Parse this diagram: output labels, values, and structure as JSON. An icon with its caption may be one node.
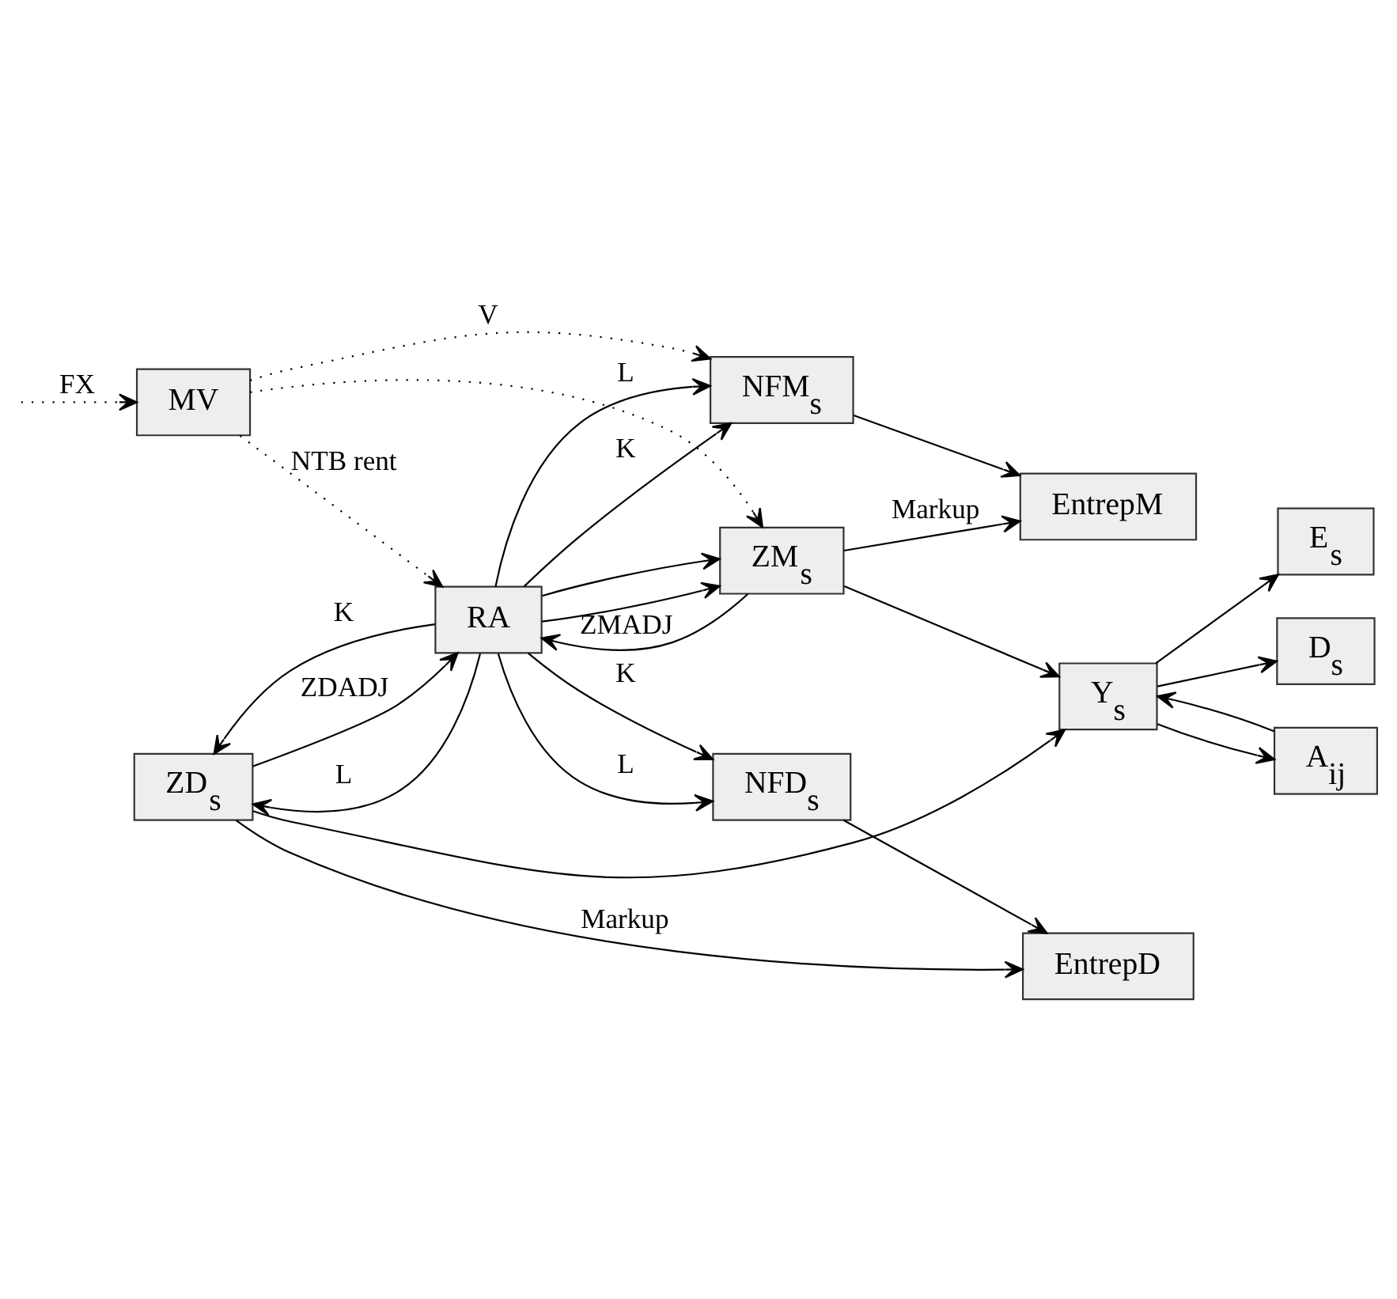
{
  "diagram": {
    "nodes": [
      {
        "text": [
          "NFD$_{s}$"
        ]
      },
      {
        "text": [
          "EntrepD"
        ]
      },
      {
        "text": [
          "E$_{s}$"
        ]
      },
      {
        "text": [
          "D$_{s}$"
        ]
      },
      {
        "text": [
          "Y$_{s}$"
        ]
      },
      {
        "text": [
          "ZD$_{s}$"
        ]
      },
      {
        "text": [
          "RA"
        ]
      },
      {
        "text": [
          "ZM$_{s}$"
        ]
      },
      {
        "text": [
          "A$_{ij}$"
        ]
      },
      {
        "text": [
          "EntrepM"
        ]
      },
      {
        "text": [
          "MV"
        ]
      },
      {
        "text": [
          "NFM$_{s}$"
        ]
      }
    ],
    "edges": [
      {
        "from": 0,
        "to": 1,
        "arrow": "to"
      },
      {
        "from": 6,
        "to": 0,
        "arrow": "to",
        "label": "K"
      },
      {
        "from": 6,
        "to": 0,
        "arrow": "to",
        "label": "L"
      },
      {
        "from": 5,
        "to": 1,
        "arrow": "to",
        "label": "Markup"
      },
      {
        "from": 4,
        "to": 2,
        "arrow": "to"
      },
      {
        "from": 4,
        "to": 3,
        "arrow": "to"
      },
      {
        "from": 4,
        "to": 8,
        "arrow": "to"
      },
      {
        "from": 8,
        "to": 4,
        "arrow": "to"
      },
      {
        "from": 5,
        "to": 4,
        "arrow": "to"
      },
      {
        "from": 7,
        "to": 4,
        "arrow": "to"
      },
      {
        "from": 5,
        "to": 6,
        "arrow": "to",
        "label": "ZDADJ"
      },
      {
        "from": 6,
        "to": 5,
        "arrow": "to",
        "label": "L"
      },
      {
        "from": 6,
        "to": 5,
        "arrow": "to",
        "label": "K"
      },
      {
        "from": 6,
        "to": 7,
        "arrow": "to"
      },
      {
        "from": 6,
        "to": 7,
        "arrow": "to"
      },
      {
        "from": 7,
        "to": 6,
        "arrow": "to",
        "label": "ZMADJ"
      },
      {
        "from": 7,
        "to": 9,
        "arrow": "to",
        "label": "Markup"
      },
      {
        "from": 10,
        "to": 6,
        "arrow": "to",
        "style": "dashed",
        "label": "NTB rent"
      },
      {
        "from": 10,
        "to": 7,
        "arrow": "to",
        "style": "dashed"
      },
      {
        "from": 10,
        "to": 11,
        "arrow": "to",
        "style": "dashed",
        "label": "V"
      },
      {
        "from": null,
        "to": 10,
        "arrow": "to",
        "style": "dashed",
        "label": "FX"
      },
      {
        "from": 11,
        "to": 9,
        "arrow": "to"
      },
      {
        "from": 6,
        "to": 11,
        "arrow": "to",
        "label": "L"
      },
      {
        "from": 6,
        "to": 11,
        "arrow": "to",
        "label": "K"
      }
    ]
  }
}
